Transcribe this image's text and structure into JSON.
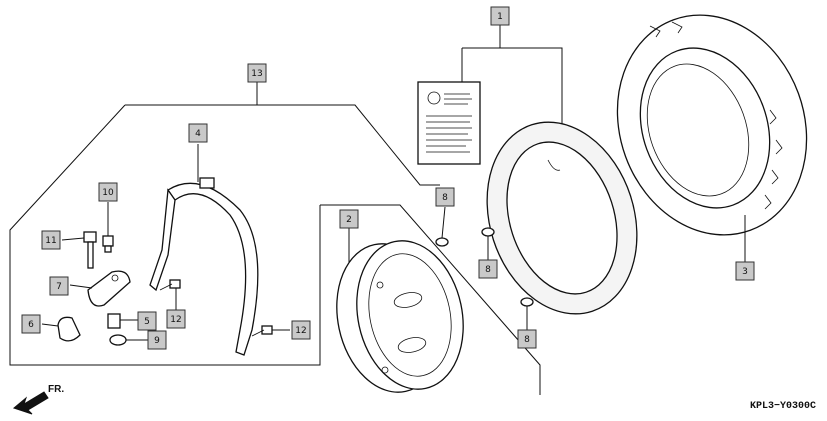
{
  "callouts": [
    {
      "id": "c1",
      "label": "1"
    },
    {
      "id": "c2",
      "label": "2"
    },
    {
      "id": "c3",
      "label": "3"
    },
    {
      "id": "c4",
      "label": "4"
    },
    {
      "id": "c5",
      "label": "5"
    },
    {
      "id": "c6",
      "label": "6"
    },
    {
      "id": "c7",
      "label": "7"
    },
    {
      "id": "c8a",
      "label": "8"
    },
    {
      "id": "c8b",
      "label": "8"
    },
    {
      "id": "c8c",
      "label": "8"
    },
    {
      "id": "c9",
      "label": "9"
    },
    {
      "id": "c10",
      "label": "10"
    },
    {
      "id": "c11",
      "label": "11"
    },
    {
      "id": "c12a",
      "label": "12"
    },
    {
      "id": "c12b",
      "label": "12"
    },
    {
      "id": "c13",
      "label": "13"
    }
  ],
  "diagram_code": "KPL3−Y0300C",
  "front_indicator": "FR."
}
